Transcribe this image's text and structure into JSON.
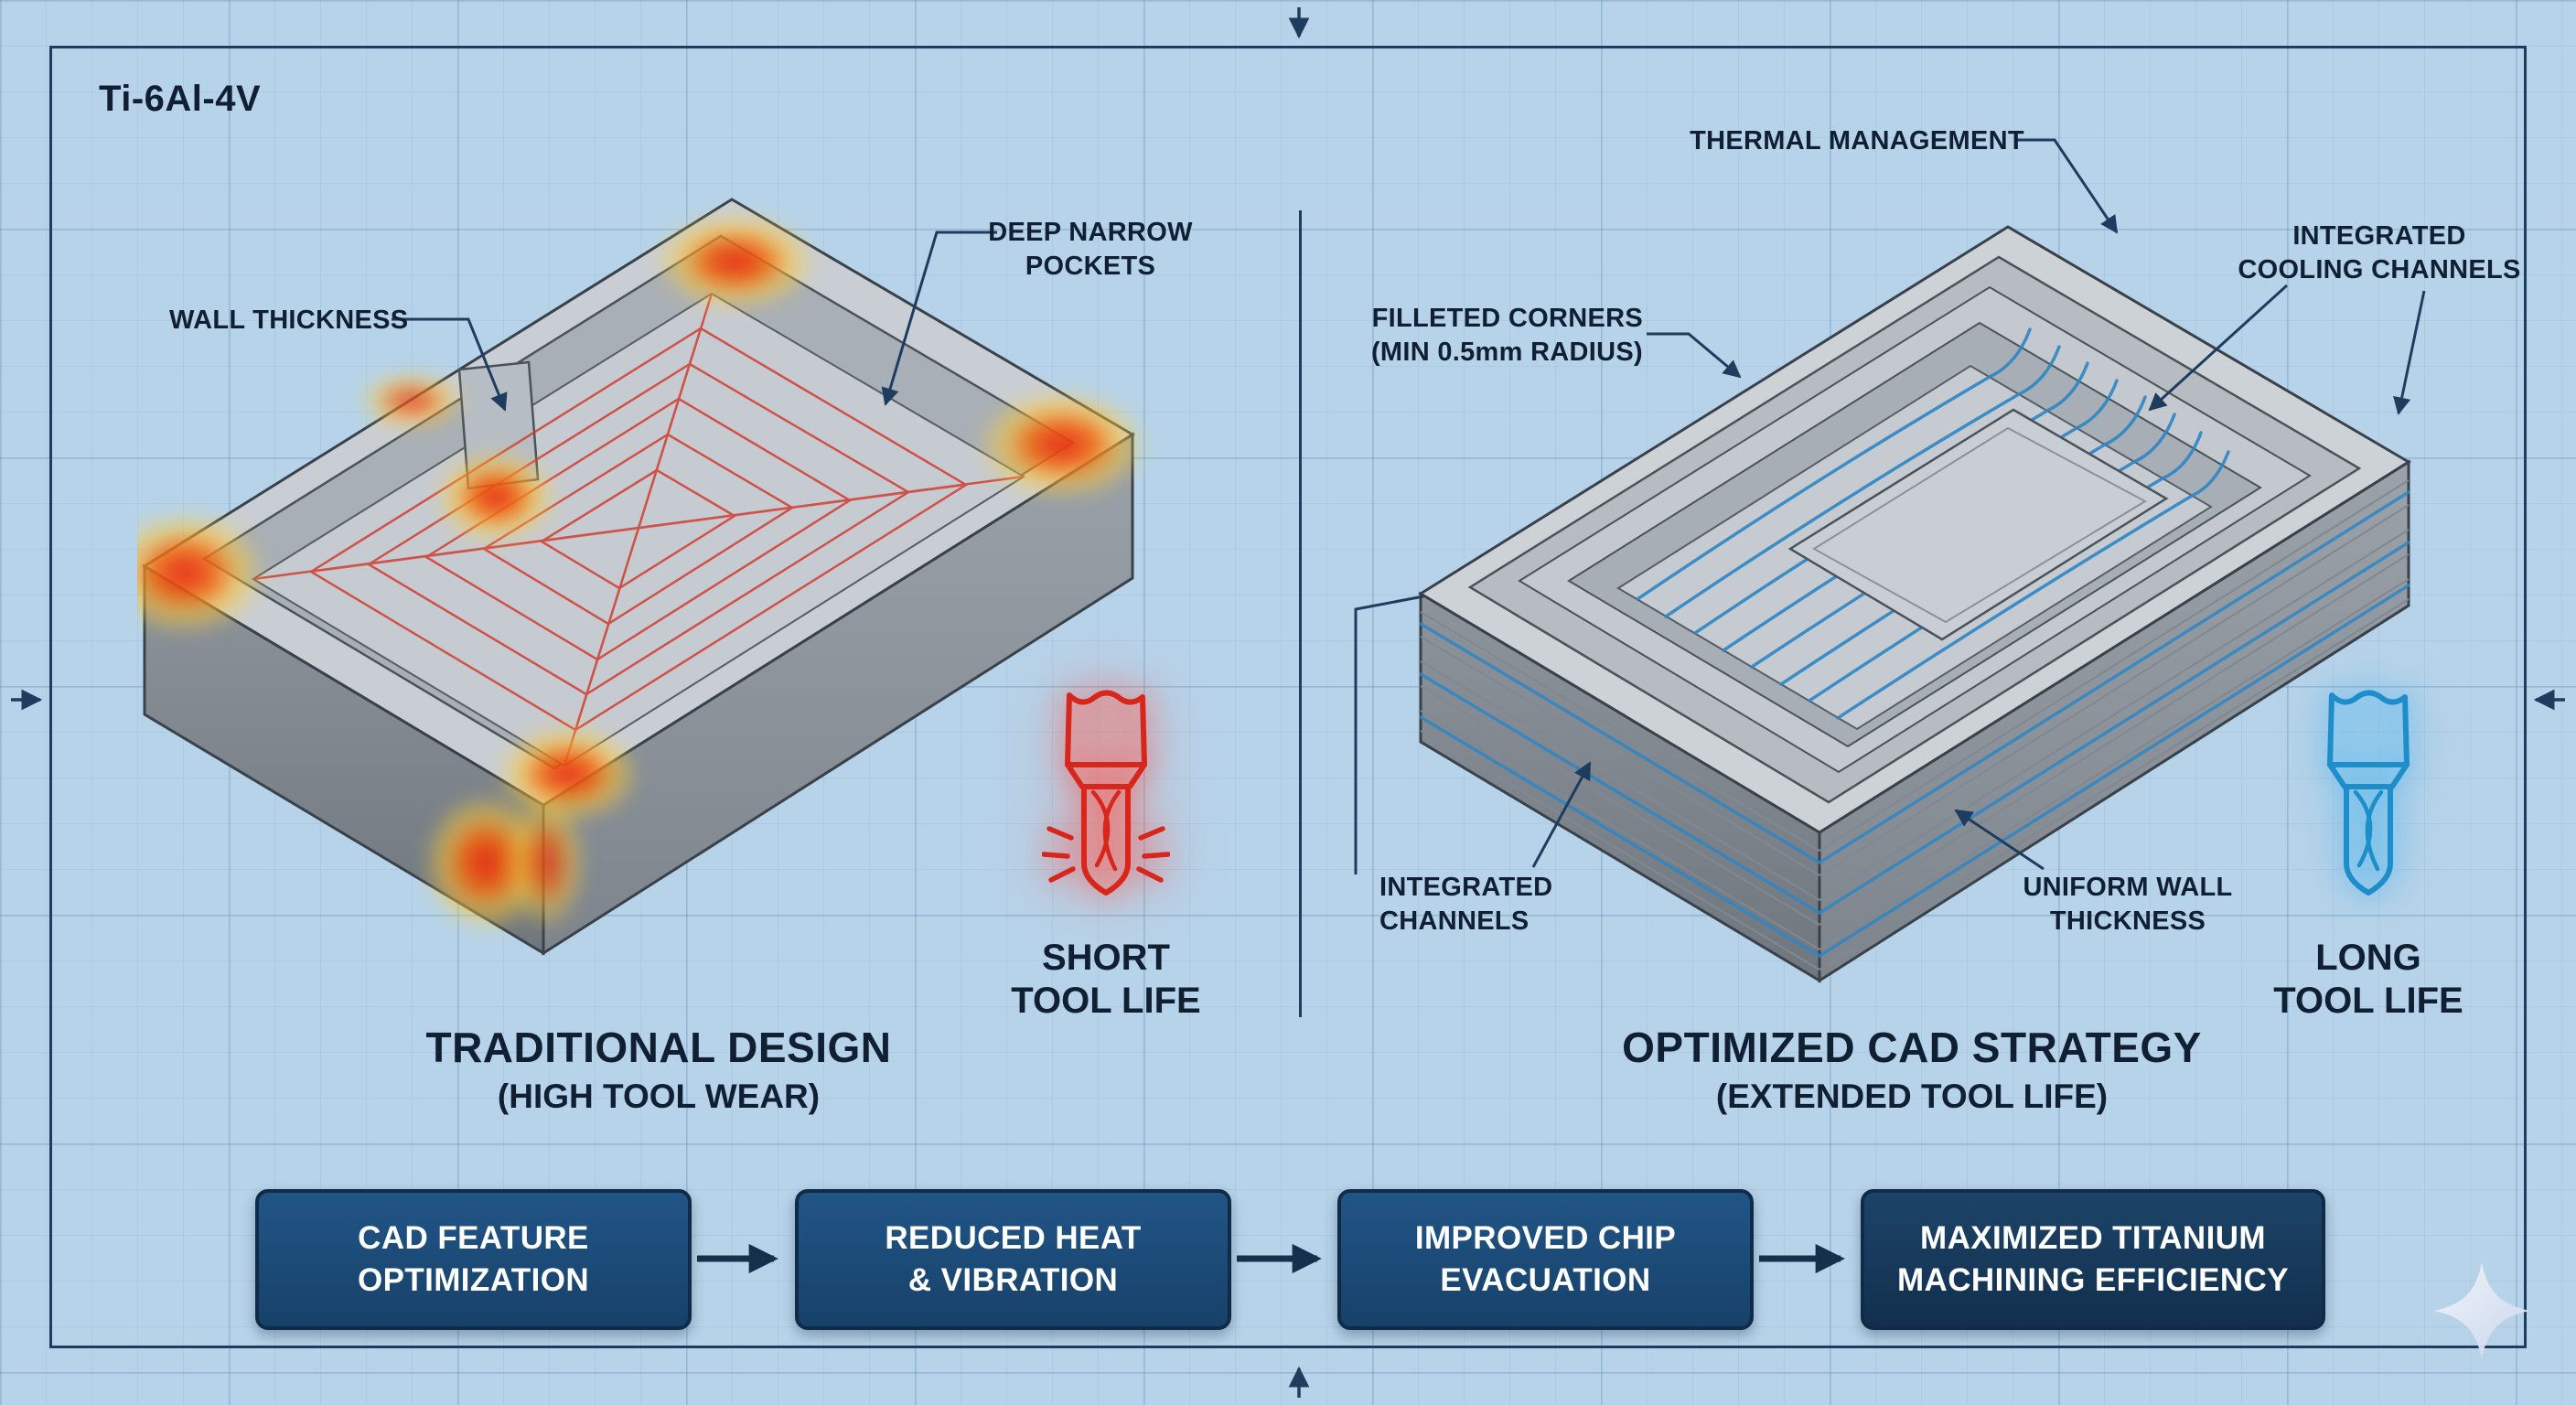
{
  "material_label": "Ti-6Al-4V",
  "left_panel": {
    "callout_wall_thickness": "WALL THICKNESS",
    "callout_deep_narrow_1": "DEEP NARROW",
    "callout_deep_narrow_2": "POCKETS",
    "tool_life_1": "SHORT",
    "tool_life_2": "TOOL LIFE",
    "title": "TRADITIONAL DESIGN",
    "subtitle": "(HIGH TOOL WEAR)"
  },
  "right_panel": {
    "callout_thermal": "THERMAL MANAGEMENT",
    "callout_filleted_1": "FILLETED CORNERS",
    "callout_filleted_2": "(MIN 0.5mm RADIUS)",
    "callout_cooling_1": "INTEGRATED",
    "callout_cooling_2": "COOLING CHANNELS",
    "callout_channels_1": "INTEGRATED",
    "callout_channels_2": "CHANNELS",
    "callout_uniform_1": "UNIFORM WALL",
    "callout_uniform_2": "THICKNESS",
    "tool_life_1": "LONG",
    "tool_life_2": "TOOL LIFE",
    "title": "OPTIMIZED CAD STRATEGY",
    "subtitle": "(EXTENDED TOOL LIFE)"
  },
  "flow_steps": [
    {
      "line1": "CAD FEATURE",
      "line2": "OPTIMIZATION"
    },
    {
      "line1": "REDUCED HEAT",
      "line2": "& VIBRATION"
    },
    {
      "line1": "IMPROVED CHIP",
      "line2": "EVACUATION"
    },
    {
      "line1": "MAXIMIZED TITANIUM",
      "line2": "MACHINING EFFICIENCY"
    }
  ],
  "icons": {
    "left_tool": "worn-end-mill-icon",
    "right_tool": "end-mill-icon",
    "watermark": "sparkle-icon"
  },
  "colors": {
    "background": "#b7d3e9",
    "frame": "#1e3c5e",
    "heat_red": "#e8220f",
    "heat_yellow": "#ffcf35",
    "coolant_blue": "#2e86c5",
    "box_navy": "#1d4e7c",
    "text_dark": "#101f31"
  }
}
